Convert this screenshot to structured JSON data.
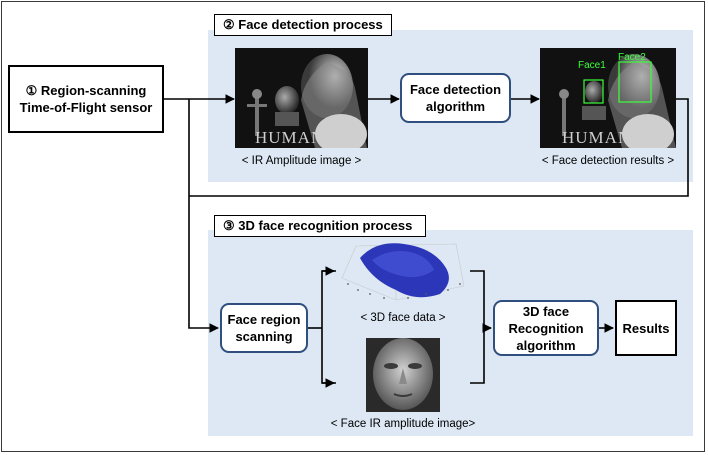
{
  "sensor": {
    "line1": "① Region-scanning",
    "line2": "Time-of-Flight sensor"
  },
  "section_detection": {
    "title": "② Face detection process"
  },
  "section_recognition": {
    "title": "③ 3D face recognition process"
  },
  "nodes": {
    "face_detection_algorithm": {
      "line1": "Face detection",
      "line2": "algorithm"
    },
    "face_region_scanning": {
      "line1": "Face region",
      "line2": "scanning"
    },
    "recognition_algorithm": {
      "line1": "3D face",
      "line2": "Recognition",
      "line3": "algorithm"
    },
    "results": {
      "label": "Results"
    }
  },
  "captions": {
    "ir_amplitude": "< IR Amplitude image >",
    "detection_results": "< Face detection results >",
    "face_data_3d": "< 3D face data >",
    "face_ir_amplitude": "< Face IR amplitude image>"
  },
  "photo_text": {
    "poster": "HUMAN"
  },
  "detection_labels": {
    "face1": "Face1",
    "face2": "Face2"
  },
  "colors": {
    "panel": "#dde8f4",
    "node_border": "#2f4f7f",
    "detection_box": "#3cff3c",
    "point_cloud": "#2b36b8"
  }
}
